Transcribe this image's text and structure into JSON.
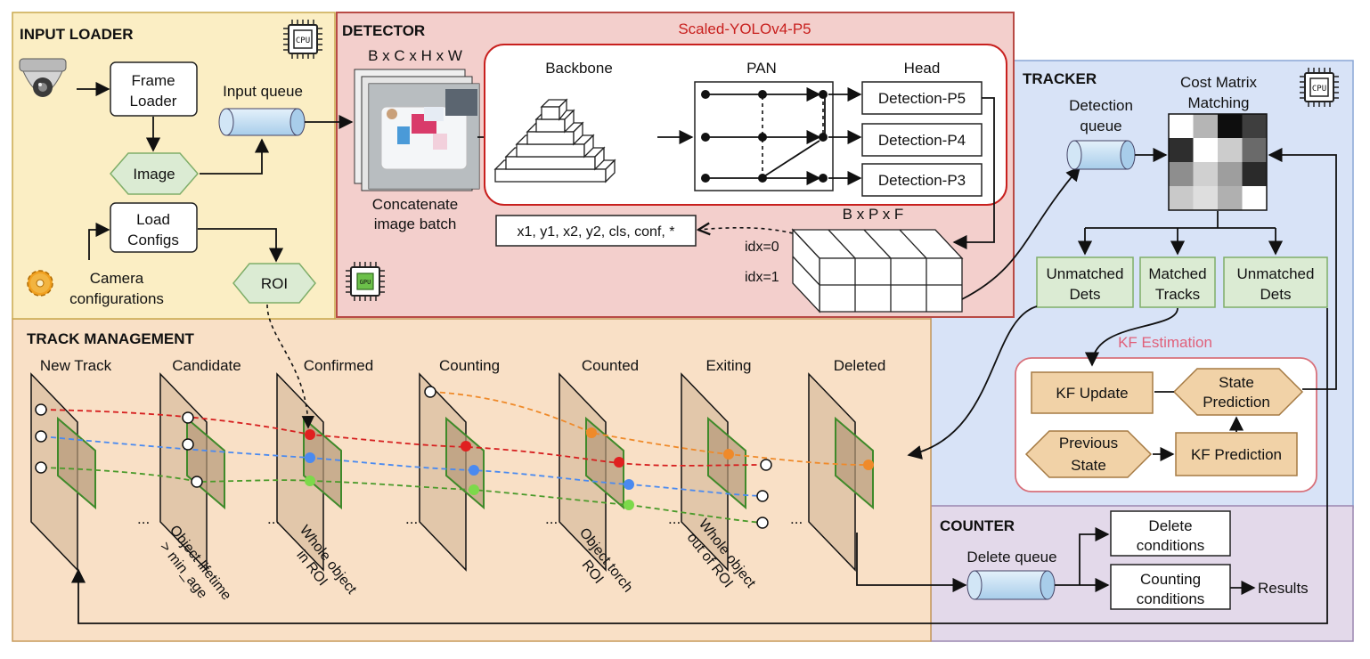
{
  "colors": {
    "input_loader_bg": "#fbeec4",
    "detector_bg": "#f3cfcc",
    "detector_border": "#b84a45",
    "tracker_bg": "#d8e3f7",
    "track_mgmt_bg": "#f9e0c6",
    "counter_bg": "#e3d9ea",
    "green_box": "#dbebd3",
    "orange_box": "#f1d2a7",
    "queue_fill": "#bcdaf0",
    "red": "#e02020",
    "blue": "#4a8af0",
    "green": "#7cd94a",
    "orange": "#ef8a2a"
  },
  "input_loader": {
    "title": "INPUT LOADER",
    "frame_loader": [
      "Frame",
      "Loader"
    ],
    "image": "Image",
    "input_queue": "Input queue",
    "load_configs": [
      "Load",
      "Configs"
    ],
    "camera_configs": [
      "Camera",
      "configurations"
    ],
    "roi": "ROI",
    "chip": "CPU",
    "icons": [
      "camera-icon",
      "gear-icon",
      "cpu-chip-icon"
    ]
  },
  "detector": {
    "title": "DETECTOR",
    "model": "Scaled-YOLOv4-P5",
    "batch_dims": "B x C x H x W",
    "concat": [
      "Concatenate",
      "image batch"
    ],
    "backbone": "Backbone",
    "pan": "PAN",
    "head": "Head",
    "heads": [
      "Detection-P5",
      "Detection-P4",
      "Detection-P3"
    ],
    "output_format": "x1, y1, x2, y2, cls, conf, *",
    "tensor_dims": "B x P x F",
    "idx0": "idx=0",
    "idx1": "idx=1",
    "chip": "GPU",
    "icons": [
      "gpu-chip-icon"
    ]
  },
  "tracker": {
    "title": "TRACKER",
    "detection_queue": [
      "Detection",
      "queue"
    ],
    "cost_matrix": [
      "Cost Matrix",
      "Matching"
    ],
    "unmatched_dets_left": [
      "Unmatched",
      "Dets"
    ],
    "matched_tracks": [
      "Matched",
      "Tracks"
    ],
    "unmatched_dets_right": [
      "Unmatched",
      "Dets"
    ],
    "kf_estimation": "KF Estimation",
    "kf_update": "KF Update",
    "state_prediction": [
      "State",
      "Prediction"
    ],
    "previous_state": [
      "Previous",
      "State"
    ],
    "kf_prediction": "KF Prediction",
    "chip": "CPU",
    "cost_matrix_grays": [
      [
        "#ffffff",
        "#b5b5b5",
        "#0e0e0e",
        "#3e3e3e"
      ],
      [
        "#2e2e2e",
        "#ffffff",
        "#cccccc",
        "#6a6a6a"
      ],
      [
        "#8e8e8e",
        "#d0d0d0",
        "#9e9e9e",
        "#2a2a2a"
      ],
      [
        "#c9c9c9",
        "#dedede",
        "#b0b0b0",
        "#ffffff"
      ]
    ]
  },
  "track_management": {
    "title": "TRACK MANAGEMENT",
    "stages": [
      "New Track",
      "Candidate",
      "Confirmed",
      "Counting",
      "Counted",
      "Exiting",
      "Deleted"
    ],
    "ellipsis": "...",
    "conditions": {
      "lifetime": [
        "Object lifetime",
        "> min_age"
      ],
      "whole_in": [
        "Whole object",
        "in ROI"
      ],
      "torch": [
        "Object torch",
        "ROI"
      ],
      "whole_out": [
        "Whole object",
        "out of ROI"
      ]
    }
  },
  "counter": {
    "title": "COUNTER",
    "delete_queue": "Delete queue",
    "delete_conditions": [
      "Delete",
      "conditions"
    ],
    "counting_conditions": [
      "Counting",
      "conditions"
    ],
    "results": "Results"
  }
}
